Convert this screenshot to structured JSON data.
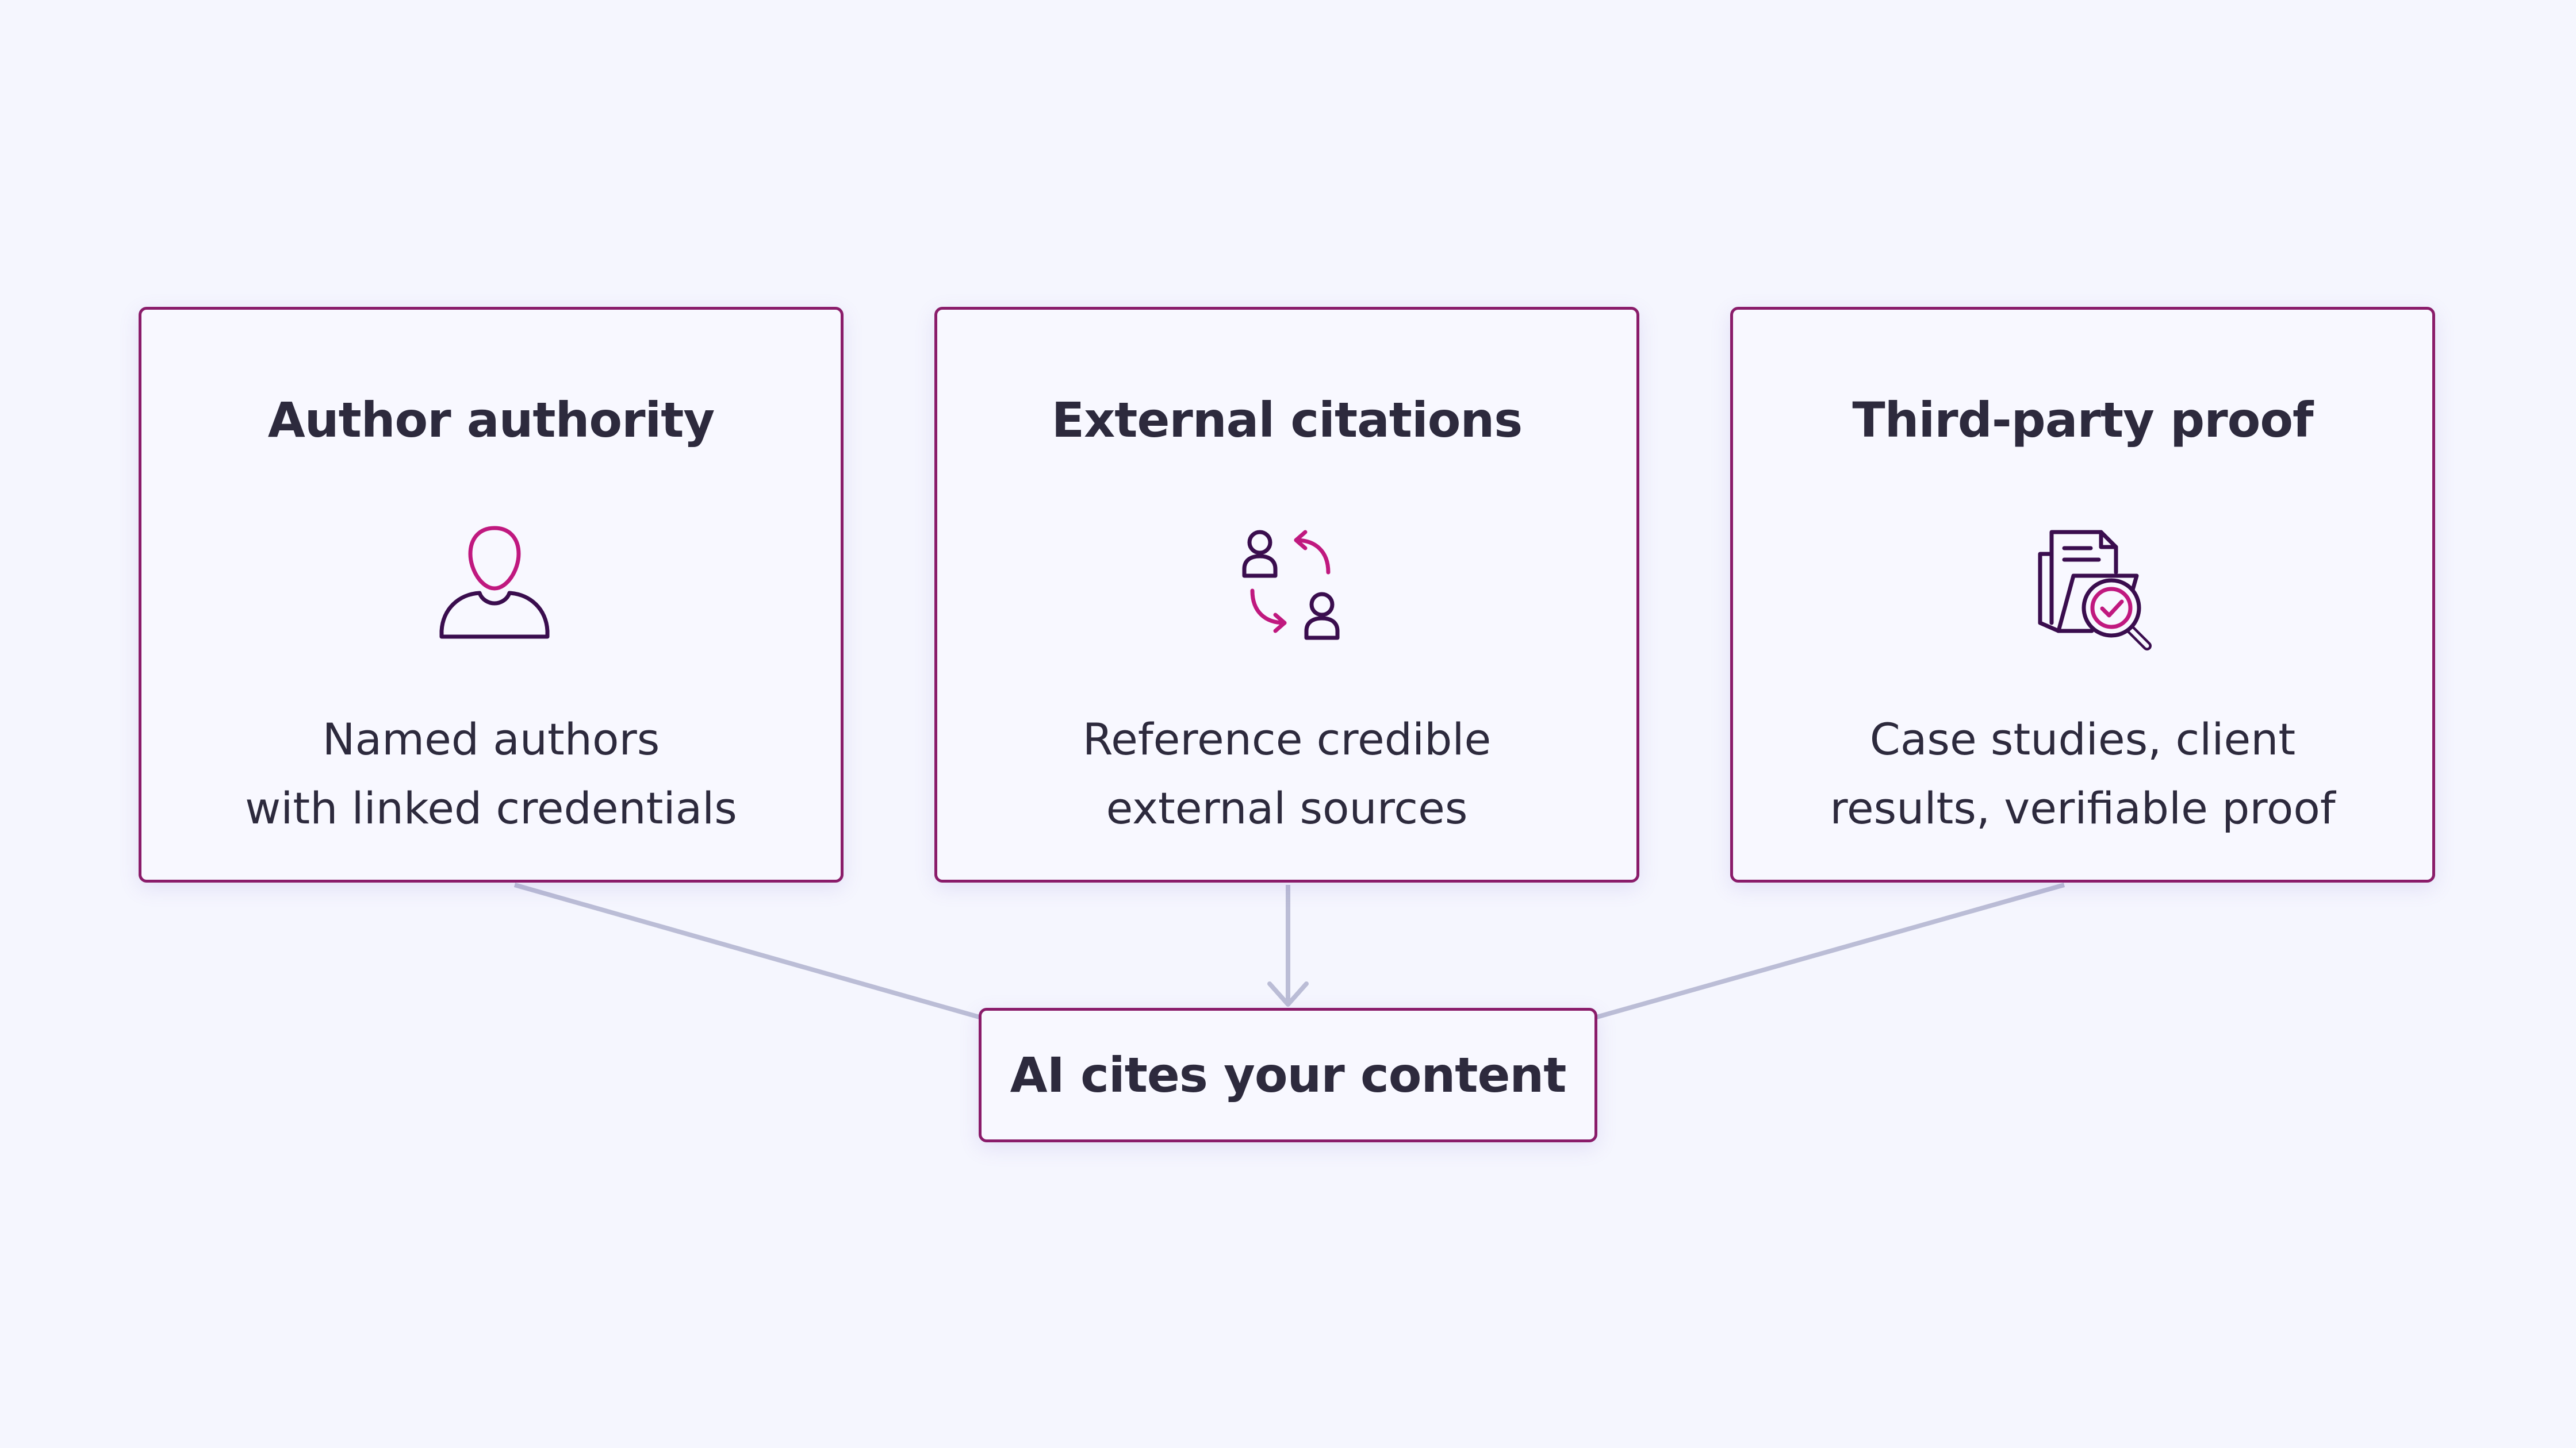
{
  "cards": [
    {
      "title": "Author authority",
      "icon": "person-icon",
      "description_lines": [
        "Named authors",
        "with linked credentials"
      ]
    },
    {
      "title": "External citations",
      "icon": "citation-exchange-icon",
      "description_lines": [
        "Reference credible",
        "external sources"
      ]
    },
    {
      "title": "Third-party proof",
      "icon": "verified-documents-icon",
      "description_lines": [
        "Case studies, client",
        "results, verifiable proof"
      ]
    }
  ],
  "result": {
    "label": "AI cites your content"
  },
  "colors": {
    "background": "#f5f6fe",
    "border": "#8a1c6a",
    "accent": "#c0197f",
    "icon_dark": "#3a0d4e",
    "text": "#2d2a3d",
    "connector": "#bbbdd6"
  }
}
